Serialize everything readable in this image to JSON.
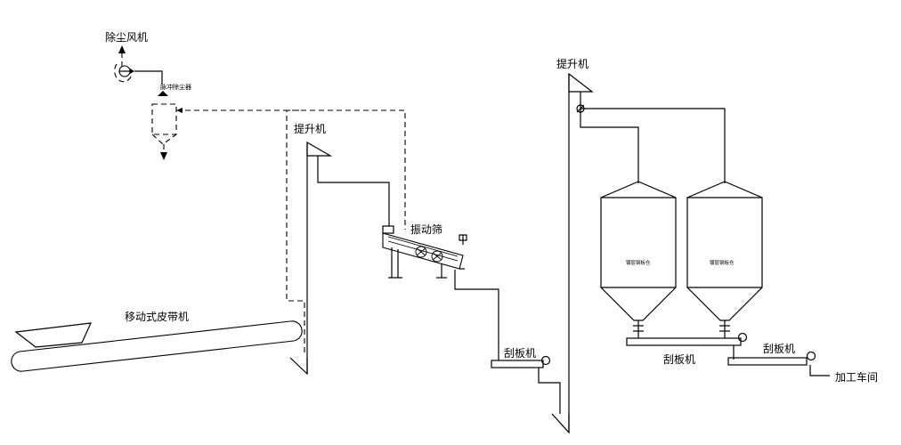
{
  "labels": {
    "dust_fan": "除尘风机",
    "pulse_collector": "脉冲除尘器",
    "elevator_1": "提升机",
    "vibrating_screen": "振动筛",
    "belt_conveyor": "移动式皮带机",
    "elevator_2": "提升机",
    "scraper_1": "刮板机",
    "silo_1": "镀层钢板仓",
    "silo_2": "镀层钢板仓",
    "scraper_2": "刮板机",
    "scraper_3": "刮板机",
    "workshop": "加工车间"
  }
}
